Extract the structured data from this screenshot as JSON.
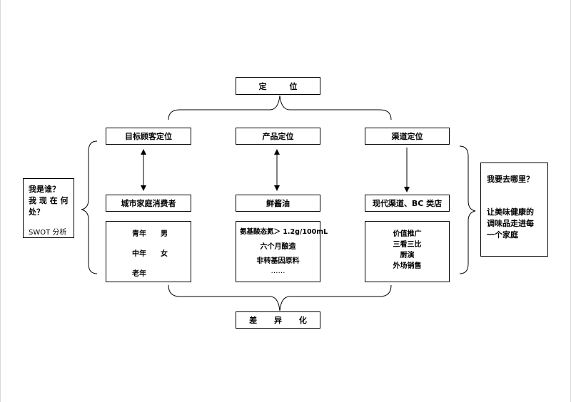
{
  "top_box": "定 位",
  "bottom_box": "差 异 化",
  "columns": [
    {
      "header": "目标顾客定位",
      "sub": "城市家庭消费者",
      "details": [
        "青年　　男",
        "中年　　女",
        "老年"
      ]
    },
    {
      "header": "产品定位",
      "sub": "鲜酱油",
      "details": [
        "氨基酸态氮＞ 1.2g/100mL",
        "六个月酿造",
        "非转基因原料",
        "……"
      ]
    },
    {
      "header": "渠道定位",
      "sub": "现代渠道、BC 类店",
      "details": [
        "价值推广",
        "三看三比",
        "厨演",
        "外场销售"
      ]
    }
  ],
  "left_box": {
    "line1": "我是谁？",
    "line2": "我 现 在 何",
    "line3": "处？",
    "line4": "SWOT 分析"
  },
  "right_box": {
    "question": "我要去哪里？",
    "line1": "让美味健康的",
    "line2": "调味品走进每",
    "line3": "一个家庭"
  }
}
